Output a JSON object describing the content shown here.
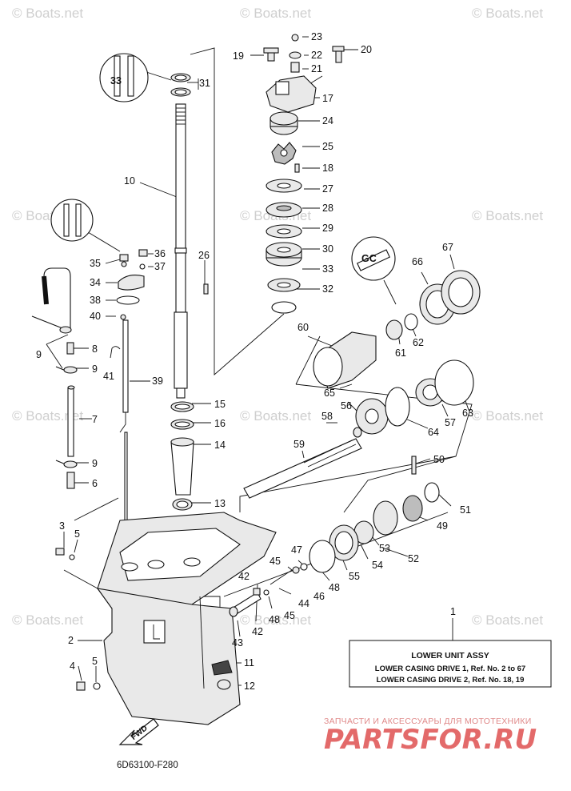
{
  "watermark": {
    "text": "© Boats.net"
  },
  "callouts": [
    {
      "n": "1"
    },
    {
      "n": "2"
    },
    {
      "n": "3"
    },
    {
      "n": "4"
    },
    {
      "n": "5"
    },
    {
      "n": "5"
    },
    {
      "n": "6"
    },
    {
      "n": "7"
    },
    {
      "n": "8"
    },
    {
      "n": "9"
    },
    {
      "n": "9"
    },
    {
      "n": "9"
    },
    {
      "n": "9"
    },
    {
      "n": "10"
    },
    {
      "n": "11"
    },
    {
      "n": "12"
    },
    {
      "n": "13"
    },
    {
      "n": "14"
    },
    {
      "n": "15"
    },
    {
      "n": "16"
    },
    {
      "n": "17"
    },
    {
      "n": "18"
    },
    {
      "n": "19"
    },
    {
      "n": "20"
    },
    {
      "n": "21"
    },
    {
      "n": "22"
    },
    {
      "n": "23"
    },
    {
      "n": "24"
    },
    {
      "n": "25"
    },
    {
      "n": "26"
    },
    {
      "n": "27"
    },
    {
      "n": "28"
    },
    {
      "n": "29"
    },
    {
      "n": "30"
    },
    {
      "n": "31"
    },
    {
      "n": "32"
    },
    {
      "n": "33"
    },
    {
      "n": "34"
    },
    {
      "n": "35"
    },
    {
      "n": "36"
    },
    {
      "n": "37"
    },
    {
      "n": "38"
    },
    {
      "n": "39"
    },
    {
      "n": "40"
    },
    {
      "n": "41"
    },
    {
      "n": "42"
    },
    {
      "n": "42"
    },
    {
      "n": "43"
    },
    {
      "n": "44"
    },
    {
      "n": "45"
    },
    {
      "n": "45"
    },
    {
      "n": "46"
    },
    {
      "n": "47"
    },
    {
      "n": "48"
    },
    {
      "n": "48"
    },
    {
      "n": "49"
    },
    {
      "n": "50"
    },
    {
      "n": "51"
    },
    {
      "n": "52"
    },
    {
      "n": "53"
    },
    {
      "n": "54"
    },
    {
      "n": "55"
    },
    {
      "n": "56"
    },
    {
      "n": "57"
    },
    {
      "n": "58"
    },
    {
      "n": "59"
    },
    {
      "n": "60"
    },
    {
      "n": "61"
    },
    {
      "n": "62"
    },
    {
      "n": "63"
    },
    {
      "n": "64"
    },
    {
      "n": "65"
    },
    {
      "n": "66"
    },
    {
      "n": "67"
    }
  ],
  "assembly_box": {
    "title": "LOWER UNIT ASSY",
    "rows": [
      "LOWER CASING DRIVE 1, Ref. No. 2 to 67",
      "LOWER CASING DRIVE 2, Ref. No. 18, 19"
    ]
  },
  "diagram_code": "6D63100-F280",
  "fwd_label": "FWD",
  "brand": {
    "tagline": "ЗАПЧАСТИ И АКСЕССУАРЫ ДЛЯ МОТОТЕХНИКИ",
    "name": "PARTSFOR.RU"
  },
  "colors": {
    "ink": "#111111",
    "watermark": "#cfcfcf",
    "brand": "#e36a6a"
  }
}
